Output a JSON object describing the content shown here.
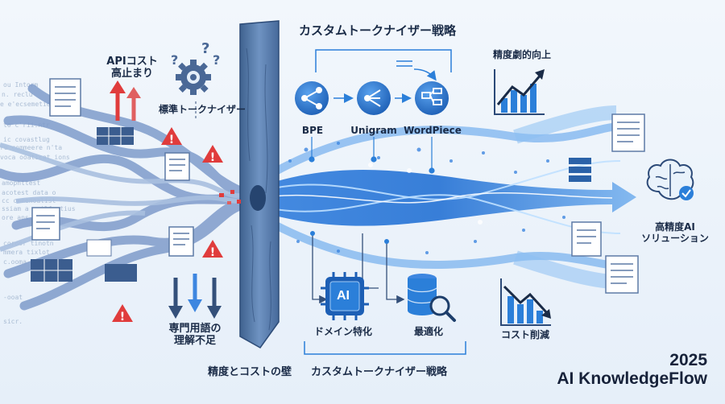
{
  "labels": {
    "api_cost": "APIコスト\n高止まり",
    "standard_tokenizer": "標準トークナイザー",
    "custom_strategy_top": "カスタムトークナイザー戦略",
    "bpe": "BPE",
    "unigram": "Unigram",
    "wordpiece": "WordPiece",
    "accuracy_improve": "精度劇的向上",
    "high_accuracy_ai": "高精度AI\nソリューション",
    "domain_specialization": "ドメイン特化",
    "optimization": "最適化",
    "cost_reduction": "コスト削減",
    "terminology": "専門用語の\n理解不足",
    "wall": "精度とコストの壁",
    "custom_strategy_bottom": "カスタムトークナイザー戦略",
    "ai_chip": "AI",
    "year": "2025",
    "brand": "AI KnowledgeFlow"
  },
  "icons": {
    "gear": "gear-icon",
    "warning": "warning-icon",
    "question": "question-mark-icon",
    "document": "document-icon",
    "brain": "brain-icon",
    "chart_up": "chart-up-icon",
    "chart_down": "chart-down-icon",
    "database": "database-icon",
    "magnifier": "magnifier-icon"
  },
  "colors": {
    "navy": "#1a2b47",
    "accent_blue": "#2b7fd9",
    "warning_red": "#e03c3c",
    "wall": "#5c7fb0"
  }
}
